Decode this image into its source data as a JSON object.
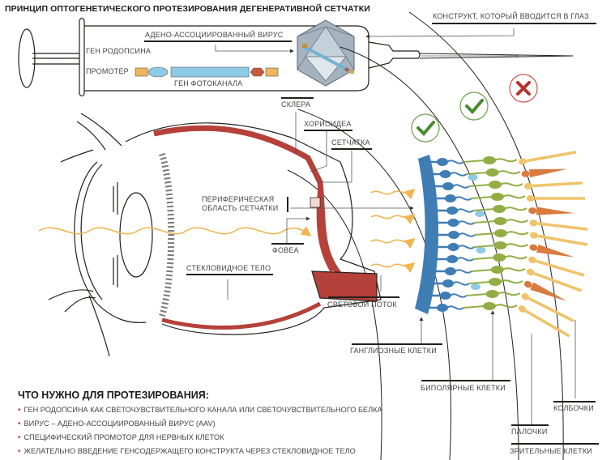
{
  "title": "ПРИНЦИП ОПТОГЕНЕТИЧЕСКОГО ПРОТЕЗИРОВАНИЯ ДЕГЕНЕРАТИВНОЙ СЕТЧАТКИ",
  "syringe": {
    "construct_label": "КОНСТРУКТ, КОТОРЫЙ ВВОДИТСЯ В ГЛАЗ",
    "virus_label": "АДЕНО-АССОЦИИРОВАННЫЙ ВИРУС",
    "rhodopsin_label": "ГЕН РОДОПСИНА",
    "promoter_label": "ПРОМОТЕР",
    "photochannel_label": "ГЕН ФОТОКАНАЛА"
  },
  "eye_labels": {
    "sclera": "СКЛЕРА",
    "choroid": "ХОРИОИДЕА",
    "retina": "СЕТЧАТКА",
    "peripheral_1": "ПЕРИФЕРИЧЕСКАЯ",
    "peripheral_2": "ОБЛАСТЬ СЕТЧАТКИ",
    "fovea": "ФОВЕА",
    "vitreous": "СТЕКЛОВИДНОЕ ТЕЛО",
    "light_flow": "СВЕТОВОЙ ПОТОК"
  },
  "retina_labels": {
    "ganglion": "ГАНГЛИОЗНЫЕ КЛЕТКИ",
    "bipolar": "БИПОЛЯРНЫЕ КЛЕТКИ",
    "cones": "КОЛБОЧКИ",
    "rods": "ПАЛОЧКИ",
    "photoreceptors": "ЗРИТЕЛЬНЫЕ КЛЕТКИ"
  },
  "targets": [
    {
      "layer": "ganglion",
      "status": "suitable",
      "icon": "check-icon"
    },
    {
      "layer": "bipolar",
      "status": "suitable",
      "icon": "check-icon"
    },
    {
      "layer": "photoreceptors",
      "status": "unsuitable",
      "icon": "cross-icon"
    }
  ],
  "requirements": {
    "title": "ЧТО НУЖНО ДЛЯ ПРОТЕЗИРОВАНИЯ:",
    "items": [
      "ГЕН РОДОПСИНА КАК СВЕТОЧУВСТВИТЕЛЬНОГО КАНАЛА ИЛИ СВЕТОЧУВСТВИТЕЛЬНОГО БЕЛКА",
      "ВИРУС – АДЕНО-АССОЦИИРОВАННЫЙ ВИРУС (AAV)",
      "СПЕЦИФИЧЕСКИЙ ПРОМОТОР ДЛЯ НЕРВНЫХ КЛЕТОК",
      "ЖЕЛАТЕЛЬНО ВВЕДЕНИЕ ГЕНСОДЕРЖАЩЕГО КОНСТРУКТА ЧЕРЕЗ СТЕКЛОВИДНОЕ ТЕЛО"
    ]
  },
  "colors": {
    "ganglion": "#3f7db5",
    "bipolar_light": "#8fcbe6",
    "bipolar": "#93ad45",
    "rods": "#f0c36a",
    "cones": "#d97a3e",
    "choroid_red": "#b5413a",
    "check_green": "#4a8a2f",
    "cross_red": "#b8322e",
    "light_wave": "#f1b451"
  }
}
